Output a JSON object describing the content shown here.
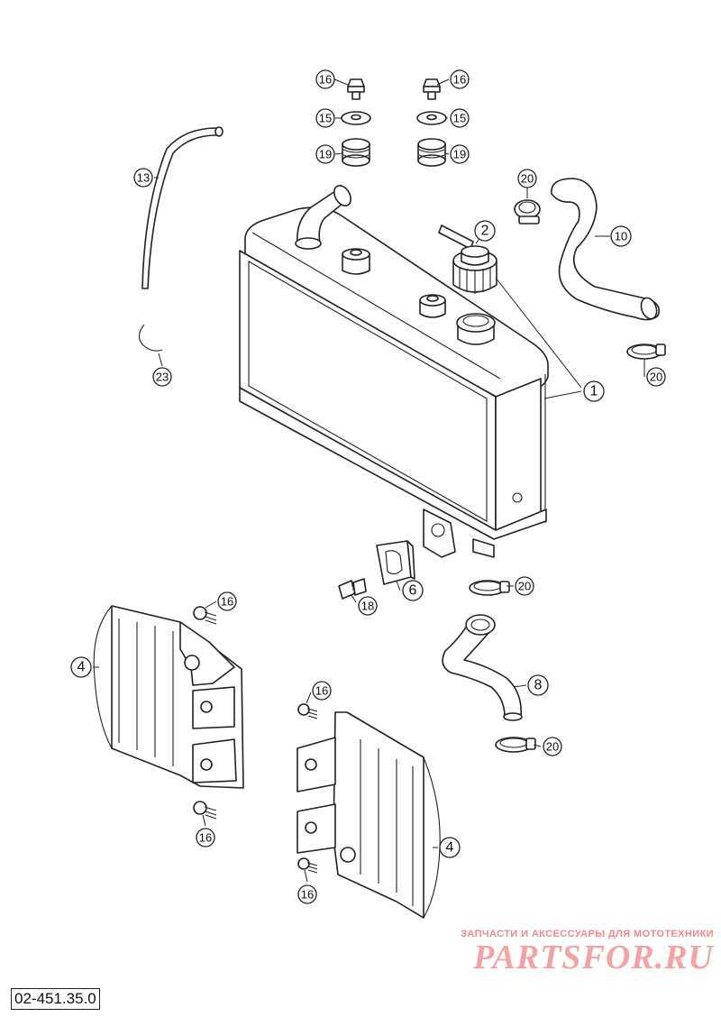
{
  "diagram": {
    "document_code": "02-451.35.0",
    "watermark": {
      "tagline": "ЗАПЧАСТИ И АКСЕССУАРЫ ДЛЯ МОТОТЕХНИКИ",
      "logo": "PARTSFOR.RU"
    },
    "callouts": {
      "c16a": "16",
      "c16b": "16",
      "c15a": "15",
      "c15b": "15",
      "c19a": "19",
      "c19b": "19",
      "c13": "13",
      "c23": "23",
      "c20a": "20",
      "c10": "10",
      "c2": "2",
      "c20b": "20",
      "c1": "1",
      "c20c": "20",
      "c6": "6",
      "c18": "18",
      "c16c": "16",
      "c4a": "4",
      "c8": "8",
      "c16d": "16",
      "c20d": "20",
      "c16e": "16",
      "c4b": "4",
      "c16f": "16"
    }
  }
}
